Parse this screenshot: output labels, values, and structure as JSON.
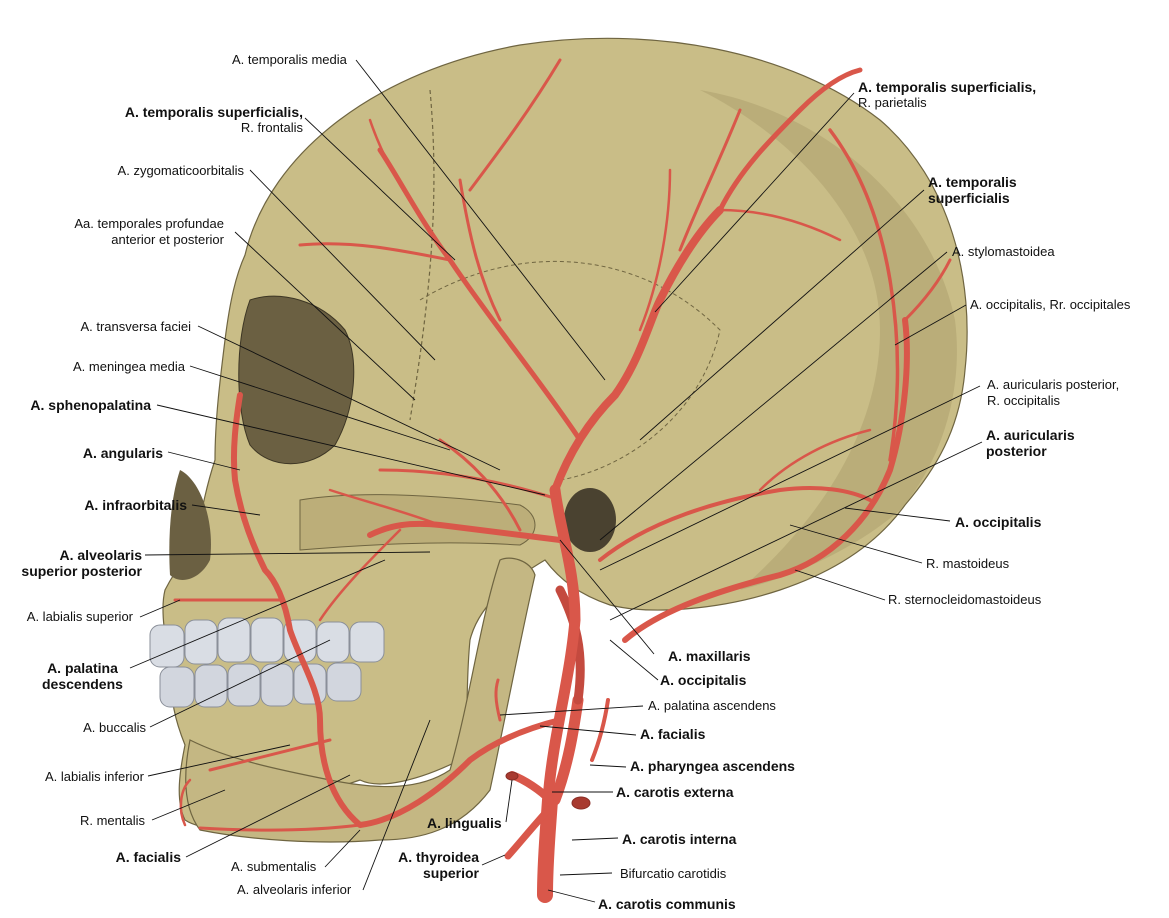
{
  "colors": {
    "bone": "#c9bd87",
    "bone_shadow": "#8f8459",
    "artery": "#d9574a",
    "artery_dark": "#a83a30",
    "teeth": "#d9dde4"
  },
  "labels": {
    "temporalis_media": "A. temporalis media",
    "temp_sup_frontalis_main": "A. temporalis superficialis,",
    "temp_sup_frontalis_sub": "R. frontalis",
    "zygomaticoorbitalis": "A. zygomaticoorbitalis",
    "temporales_prof_1": "Aa. temporales profundae",
    "temporales_prof_2": "anterior et posterior",
    "transversa_faciei": "A. transversa faciei",
    "meningea_media": "A. meningea media",
    "sphenopalatina": "A. sphenopalatina",
    "angularis": "A. angularis",
    "infraorbitalis": "A. infraorbitalis",
    "alveolaris_sup_post_1": "A. alveolaris",
    "alveolaris_sup_post_2": "superior posterior",
    "labialis_superior": "A. labialis superior",
    "palatina_desc_1": "A. palatina",
    "palatina_desc_2": "descendens",
    "buccalis": "A. buccalis",
    "labialis_inferior": "A. labialis inferior",
    "mentalis": "R. mentalis",
    "facialis_left": "A. facialis",
    "submentalis": "A. submentalis",
    "alveolaris_inferior": "A. alveolaris inferior",
    "thyroidea_1": "A. thyroidea",
    "thyroidea_2": "superior",
    "lingualis": "A. lingualis",
    "carotis_communis": "A. carotis communis",
    "bifurcatio": "Bifurcatio carotidis",
    "carotis_interna": "A. carotis interna",
    "carotis_externa": "A. carotis externa",
    "pharyngea": "A. pharyngea ascendens",
    "facialis_right": "A. facialis",
    "palatina_ascendens": "A. palatina ascendens",
    "occipitalis_low": "A. occipitalis",
    "maxillaris": "A. maxillaris",
    "sternocleido": "R. sternocleidomastoideus",
    "mastoideus": "R. mastoideus",
    "occipitalis_right": "A. occipitalis",
    "auric_post_1": "A. auricularis",
    "auric_post_2": "posterior",
    "auric_post_occ_1": "A. auricularis posterior,",
    "auric_post_occ_2": "R. occipitalis",
    "occipitalis_rr": "A. occipitalis, Rr. occipitales",
    "stylomastoidea": "A. stylomastoidea",
    "temp_sup_1": "A. temporalis",
    "temp_sup_2": "superficialis",
    "temp_sup_parietalis_main": "A. temporalis superficialis,",
    "temp_sup_parietalis_sub": "R. parietalis"
  }
}
